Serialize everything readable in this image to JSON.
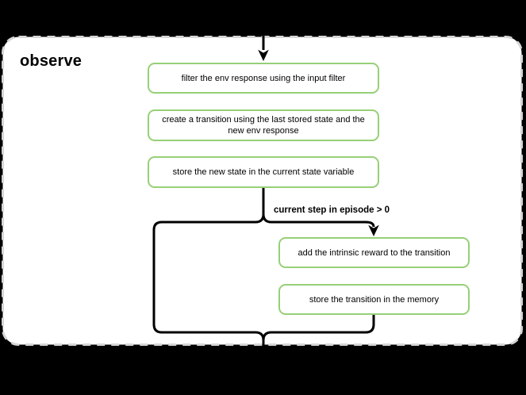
{
  "diagram": {
    "title": "observe",
    "nodes": [
      {
        "id": "filter-env-response",
        "label": "filter the env response using the input filter"
      },
      {
        "id": "create-transition",
        "label": "create a transition using the last stored state and the\nnew env response"
      },
      {
        "id": "store-new-state",
        "label": "store the new state in the current state variable"
      },
      {
        "id": "add-intrinsic-reward",
        "label": "add the intrinsic reward to the transition"
      },
      {
        "id": "store-transition",
        "label": "store the transition in the memory"
      }
    ],
    "condition_label": "current step in episode > 0",
    "colors": {
      "canvas_bg": "#000000",
      "panel_bg": "#ffffff",
      "panel_border": "#d6d6d6",
      "node_border": "#97d077",
      "node_bg": "#ffffff",
      "connector": "#000000",
      "text": "#000000"
    }
  }
}
